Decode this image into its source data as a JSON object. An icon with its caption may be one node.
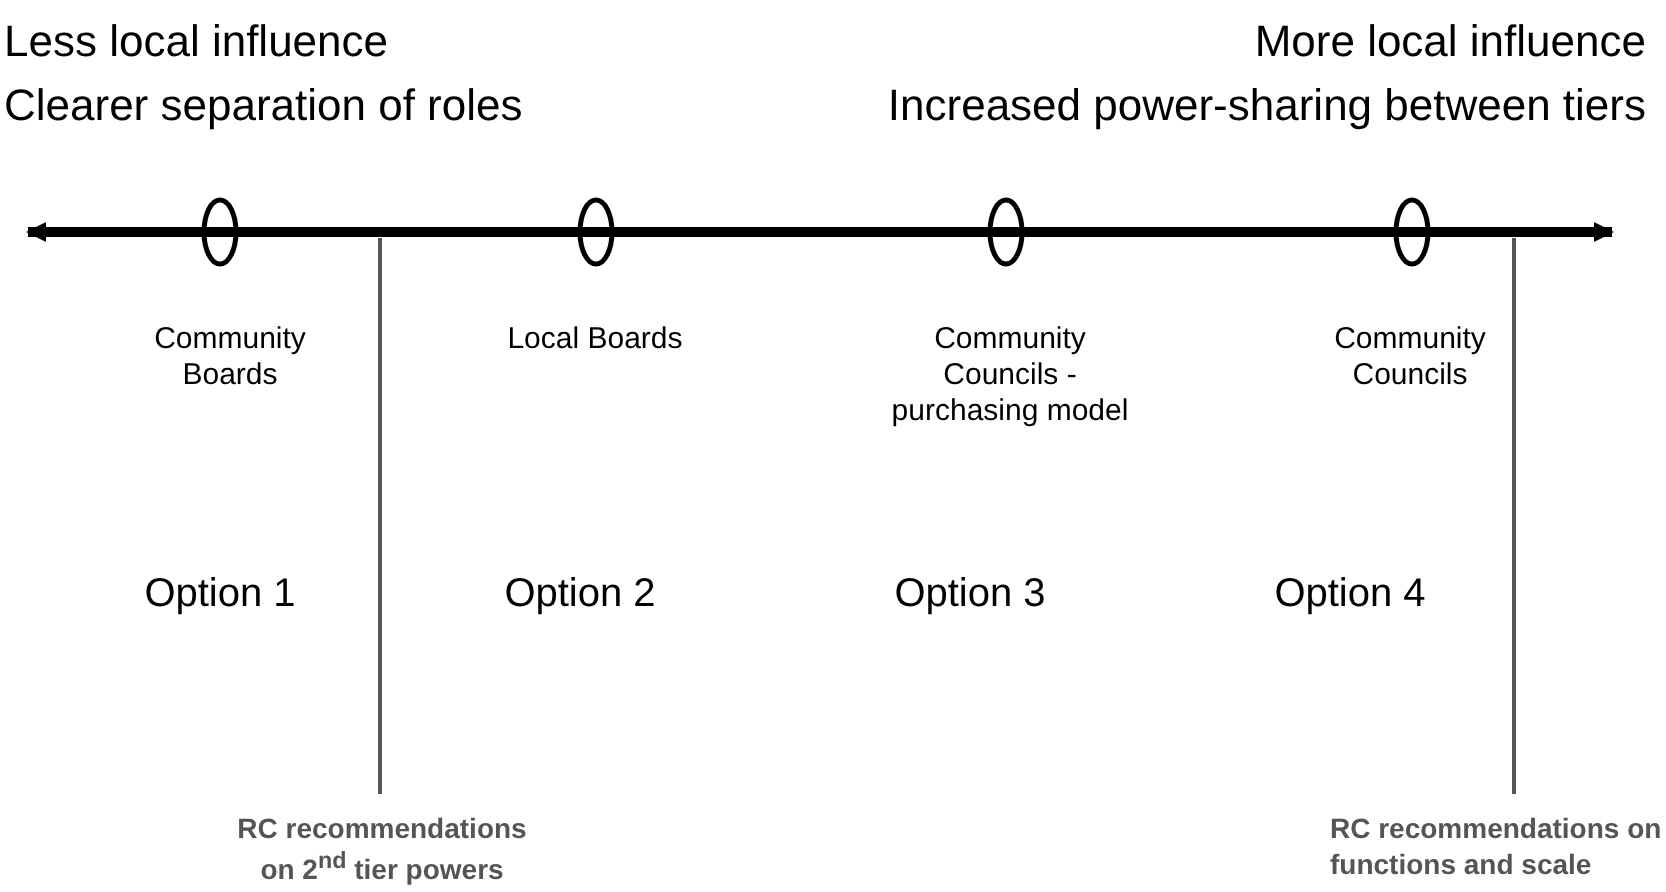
{
  "diagram": {
    "nodes": [
      {
        "text": [
          "RC recommendations on 2$^{nd}$ tier powers"
        ]
      },
      {
        "text": [
          "RC recommendations on functions and scale"
        ]
      }
    ],
    "edges": [
      {
        "from": 0,
        "to": null,
        "arrow": "none"
      },
      {
        "from": 1,
        "to": null,
        "arrow": "none"
      }
    ],
    "labels": [
      "Less local influence",
      "More local influence",
      "Clearer separation of roles",
      "Increased power-sharing between tiers",
      "Community Boards",
      "Local Boards",
      "Community Councils - purchasing model",
      "Community Councils",
      "Option 1",
      "Option 2",
      "Option 3",
      "Option 4"
    ]
  }
}
